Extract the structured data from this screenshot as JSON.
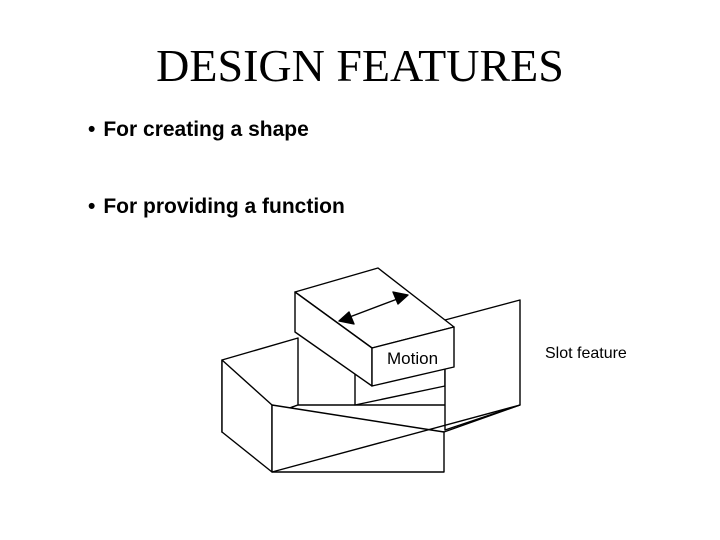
{
  "slide": {
    "title": "DESIGN FEATURES",
    "bullets": [
      {
        "marker": "•",
        "text": "For creating a shape"
      },
      {
        "marker": "•",
        "text": "For providing a function"
      }
    ]
  },
  "figure": {
    "block_label": "Motion",
    "caption": "Slot feature",
    "line_color": "#000000",
    "fill_color": "#ffffff"
  }
}
